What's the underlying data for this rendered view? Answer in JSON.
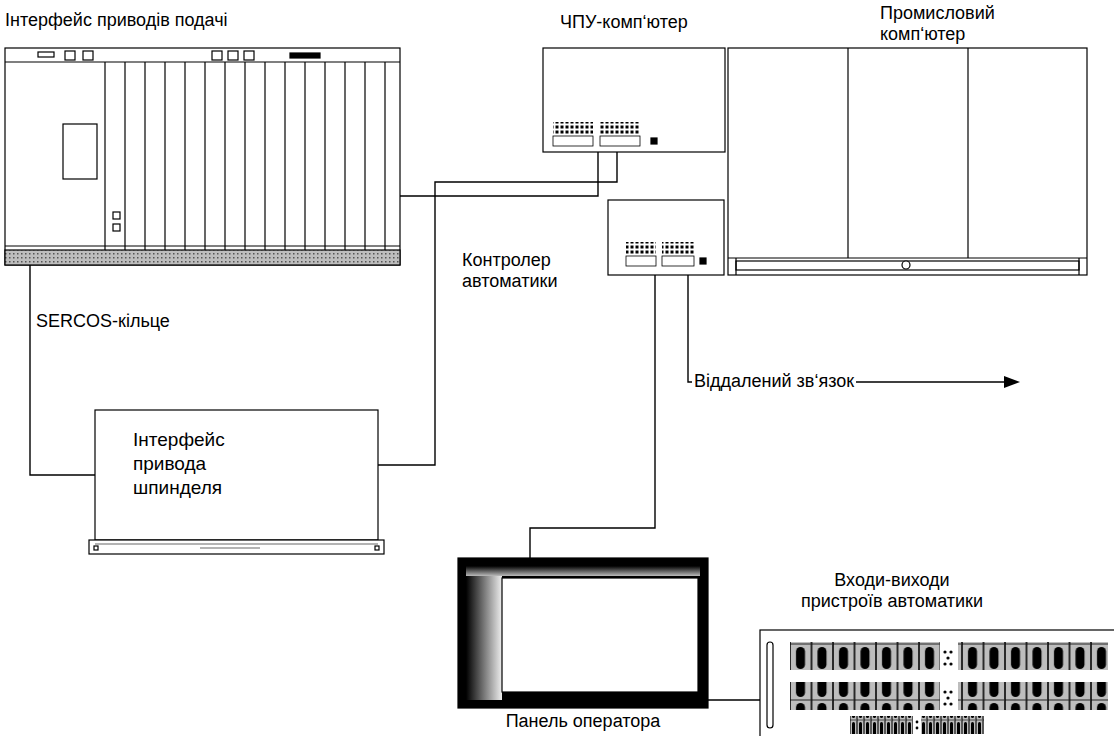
{
  "diagram": {
    "nodes": [
      {
        "text": [
          "Інтерфейс приводів подачі"
        ]
      },
      {
        "text": [
          "ЧПУ-комп‘ютер"
        ]
      },
      {
        "text": [
          "Промисловий комп‘ютер"
        ]
      },
      {
        "text": [
          "Контролер автоматики"
        ]
      },
      {
        "text": [
          "Інтерфейс привода шпинделя"
        ]
      },
      {
        "text": [
          "Входи-виходи пристроїв автоматики"
        ]
      },
      {
        "text": [
          "Панель оператора"
        ]
      }
    ],
    "edges": [
      {
        "from": 0,
        "to": 1,
        "arrow": "none"
      },
      {
        "from": 1,
        "to": 4,
        "arrow": "none"
      },
      {
        "from": 0,
        "to": 4,
        "label": "SERCOS-кільце",
        "arrow": "none"
      },
      {
        "from": 3,
        "to": 6,
        "arrow": "none"
      },
      {
        "from": 6,
        "to": 5,
        "arrow": "none"
      }
    ],
    "labels": [
      "Віддалений зв‘язок"
    ]
  }
}
